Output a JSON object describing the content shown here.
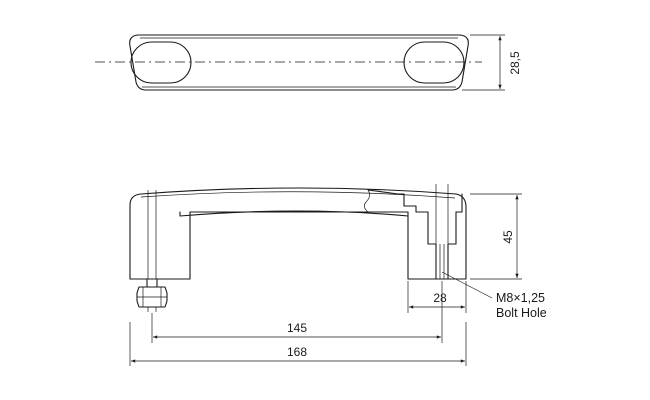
{
  "dimensions": {
    "top_height": "28,5",
    "side_height": "45",
    "foot_width": "28",
    "hole_spacing": "145",
    "overall_length": "168"
  },
  "note": {
    "line1": "M8×1,25",
    "line2": "Bolt Hole"
  }
}
